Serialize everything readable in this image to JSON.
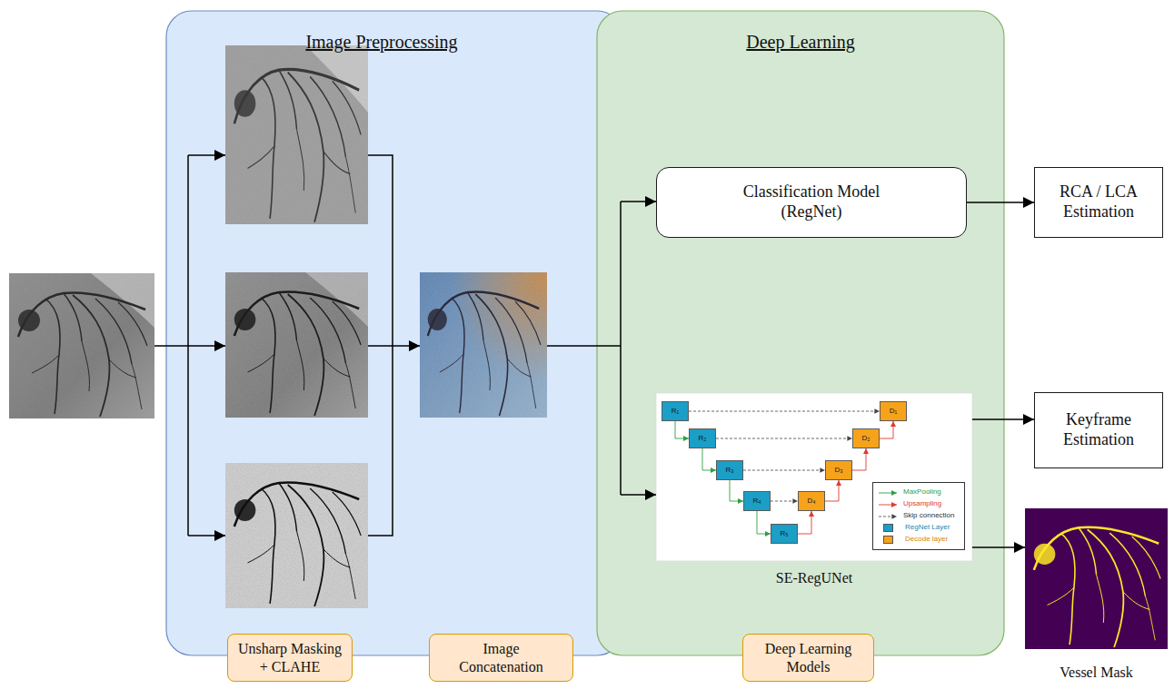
{
  "diagram": {
    "nodes": [
      {
        "text": [
          "Image Preprocessing"
        ]
      },
      {
        "text": [
          "Deep Learning"
        ]
      },
      {
        "text": [
          "Classification Model (RegNet)"
        ],
        "in": 1
      },
      {
        "text": [
          "RCA / LCA Estimation"
        ]
      },
      {
        "text": [
          "SE-RegUNet"
        ],
        "in": 1
      },
      {
        "text": [
          "R₁"
        ],
        "in": 4
      },
      {
        "text": [
          "R₂"
        ],
        "in": 4
      },
      {
        "text": [
          "R₃"
        ],
        "in": 4
      },
      {
        "text": [
          "R₄"
        ],
        "in": 4
      },
      {
        "text": [
          "R₅"
        ],
        "in": 4
      },
      {
        "text": [
          "D₁"
        ],
        "in": 4
      },
      {
        "text": [
          "D₂"
        ],
        "in": 4
      },
      {
        "text": [
          "D₃"
        ],
        "in": 4
      },
      {
        "text": [
          "D₄"
        ],
        "in": 4
      },
      {
        "text": [
          "Keyframe Estimation"
        ]
      },
      {
        "text": [
          "Vessel Mask"
        ]
      },
      {
        "text": [
          "Unsharp Masking + CLAHE"
        ]
      },
      {
        "text": [
          "Image Concatenation"
        ]
      },
      {
        "text": [
          "Deep Learning Models"
        ]
      }
    ],
    "edges": [
      {
        "from": 2,
        "to": 3,
        "arrow": "to"
      },
      {
        "from": 4,
        "to": 14,
        "arrow": "to"
      },
      {
        "from": 4,
        "to": 15,
        "arrow": "to"
      },
      {
        "from": 5,
        "to": 6,
        "arrow": "to"
      },
      {
        "from": 6,
        "to": 7,
        "arrow": "to"
      },
      {
        "from": 7,
        "to": 8,
        "arrow": "to"
      },
      {
        "from": 8,
        "to": 9,
        "arrow": "to"
      },
      {
        "from": 9,
        "to": 13,
        "arrow": "to"
      },
      {
        "from": 13,
        "to": 12,
        "arrow": "to"
      },
      {
        "from": 12,
        "to": 11,
        "arrow": "to"
      },
      {
        "from": 11,
        "to": 10,
        "arrow": "to"
      },
      {
        "from": 5,
        "to": 10,
        "arrow": "to"
      },
      {
        "from": 6,
        "to": 11,
        "arrow": "to"
      },
      {
        "from": 7,
        "to": 12,
        "arrow": "to"
      },
      {
        "from": 8,
        "to": 13,
        "arrow": "to"
      }
    ],
    "legend": [
      {
        "text": "MaxPooling"
      },
      {
        "text": "Upsampling"
      },
      {
        "text": "Skip connection"
      },
      {
        "text": "RegNet Layer",
        "color": "#1b9fc6"
      },
      {
        "text": "Decode layer",
        "color": "#f7a21b"
      }
    ]
  }
}
